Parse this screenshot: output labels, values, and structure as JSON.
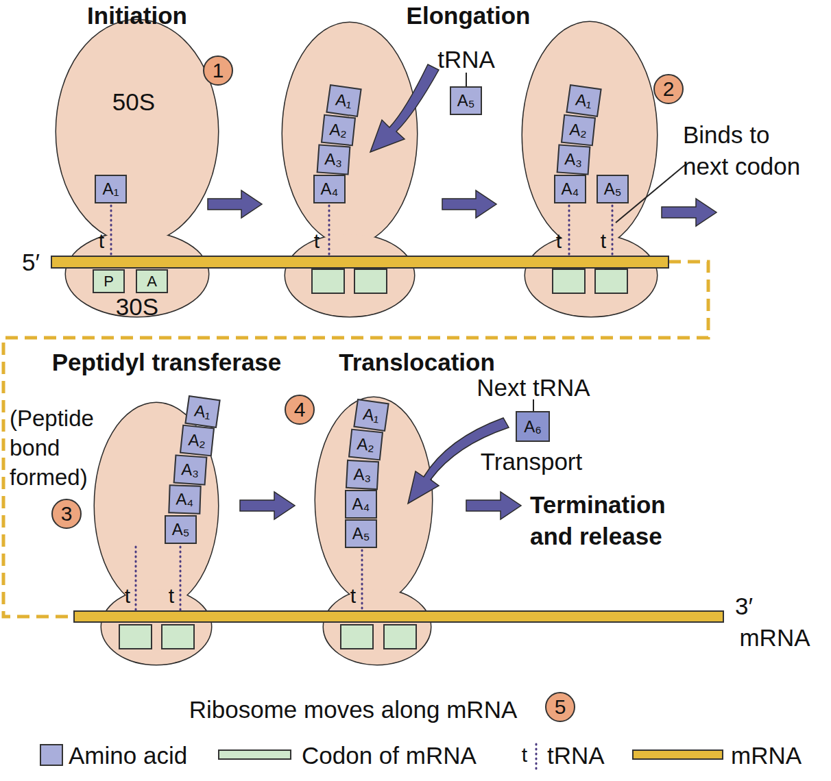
{
  "diagram": {
    "nodes": [
      {
        "text": [
          "50S"
        ]
      },
      {
        "text": [
          "A₁"
        ],
        "in": 0
      },
      {
        "text": [
          "30S"
        ]
      },
      {
        "text": [
          "P"
        ],
        "in": 2
      },
      {
        "text": [
          "A"
        ],
        "in": 2
      },
      {
        "text": [
          "A₁"
        ]
      },
      {
        "text": [
          "A₂"
        ]
      },
      {
        "text": [
          "A₃"
        ]
      },
      {
        "text": [
          "A₄"
        ]
      },
      {
        "text": [
          "A₅"
        ]
      },
      {
        "text": [
          "A₁"
        ]
      },
      {
        "text": [
          "A₂"
        ]
      },
      {
        "text": [
          "A₃"
        ]
      },
      {
        "text": [
          "A₄"
        ]
      },
      {
        "text": [
          "A₅"
        ]
      },
      {
        "text": [
          "A₁"
        ]
      },
      {
        "text": [
          "A₂"
        ]
      },
      {
        "text": [
          "A₃"
        ]
      },
      {
        "text": [
          "A₄"
        ]
      },
      {
        "text": [
          "A₅"
        ]
      },
      {
        "text": [
          "A₁"
        ]
      },
      {
        "text": [
          "A₂"
        ]
      },
      {
        "text": [
          "A₃"
        ]
      },
      {
        "text": [
          "A₄"
        ]
      },
      {
        "text": [
          "A₅"
        ]
      },
      {
        "text": [
          "A₆"
        ]
      }
    ],
    "labels": [
      "Initiation",
      "Elongation",
      "1",
      "t",
      "tRNA",
      "t",
      "2",
      "t",
      "t",
      "Binds to next codon",
      "5′",
      "Peptidyl transferase",
      "Translocation",
      "(Peptide bond formed)",
      "3",
      "t",
      "t",
      "4",
      "Next tRNA",
      "Transport",
      "t",
      "Termination and release",
      "3′",
      "mRNA",
      "Ribosome moves along mRNA",
      "5",
      "t"
    ],
    "legend": [
      {
        "text": "Amino acid",
        "color": "#a9aedb"
      },
      {
        "text": "Codon of mRNA",
        "color": "#cfe8cc"
      },
      {
        "text": "tRNA"
      },
      {
        "text": "mRNA",
        "color": "#e6bb3c"
      }
    ]
  }
}
